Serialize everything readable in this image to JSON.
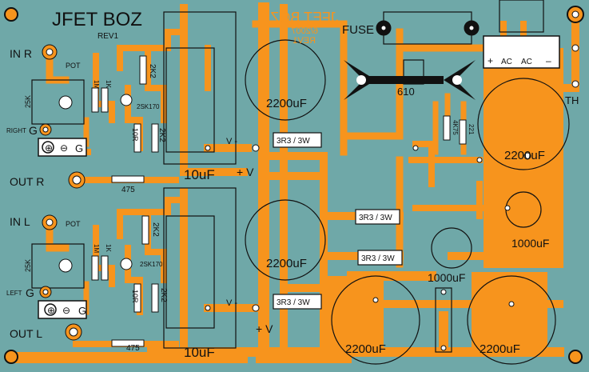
{
  "board": {
    "title": "JFET BOZ",
    "revision": "REV1",
    "mirror_title": "JFET BOZ",
    "mirror_date": "6/2007",
    "mirror_rev": "REV1",
    "colors": {
      "board": "#6fa8a8",
      "copper": "#f7941d",
      "silk": "#111111",
      "pad": "#ffffff"
    }
  },
  "labels": {
    "in_r": "IN R",
    "in_l": "IN L",
    "out_r": "OUT R",
    "out_l": "OUT L",
    "right_g": "RIGHT",
    "left_g": "LEFT",
    "g": "G",
    "pot_r": "POT",
    "pot_l": "POT",
    "pot_val": "25K",
    "fuse": "FUSE",
    "th": "TH",
    "bridge": "610",
    "plus_v_1": "+ V",
    "plus_v_2": "+ V",
    "v_top": "V -",
    "v_bot": "V -",
    "ac1": "AC",
    "ac2": "AC",
    "plus": "+",
    "minus": "–"
  },
  "components": {
    "r_1m": "1M",
    "r_1k": "1K",
    "r_2k2": "2K2",
    "r_10r": "10R",
    "jfet": "2SK170",
    "r_475": "475",
    "cap_10uf": "10uF",
    "cap_2200": "2200uF",
    "cap_1000": "1000uF",
    "r_3r3": "3R3 / 3W",
    "r_4k75": "4K75",
    "r_221": "221"
  }
}
